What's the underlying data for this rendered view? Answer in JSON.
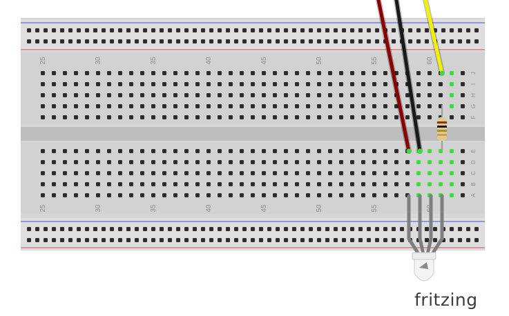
{
  "brand": {
    "name": "fritzing"
  },
  "breadboard": {
    "column_labels": [
      "25",
      "30",
      "35",
      "40",
      "45",
      "50",
      "55",
      "60"
    ],
    "top_row_labels": [
      "J",
      "I",
      "H",
      "G",
      "F"
    ],
    "bottom_row_labels": [
      "E",
      "D",
      "C",
      "B",
      "A"
    ]
  },
  "components": {
    "wires": [
      {
        "name": "red-wire",
        "color": "#8b0000"
      },
      {
        "name": "black-wire",
        "color": "#1a1a1a"
      },
      {
        "name": "yellow-wire",
        "color": "#f2f200"
      }
    ],
    "resistor": {
      "bands": [
        "#7a3b10",
        "#1a1a1a",
        "#b08d2a",
        "#c9a24a"
      ]
    },
    "led": {
      "type": "rgb-led",
      "leg_count": 4
    }
  },
  "colors": {
    "board": "#d6d6d6",
    "hole": "#2b2b2b",
    "connected_hole": "#3ddc3d",
    "rail_blue": "#6a6ad8",
    "rail_red": "#d86a6a"
  }
}
